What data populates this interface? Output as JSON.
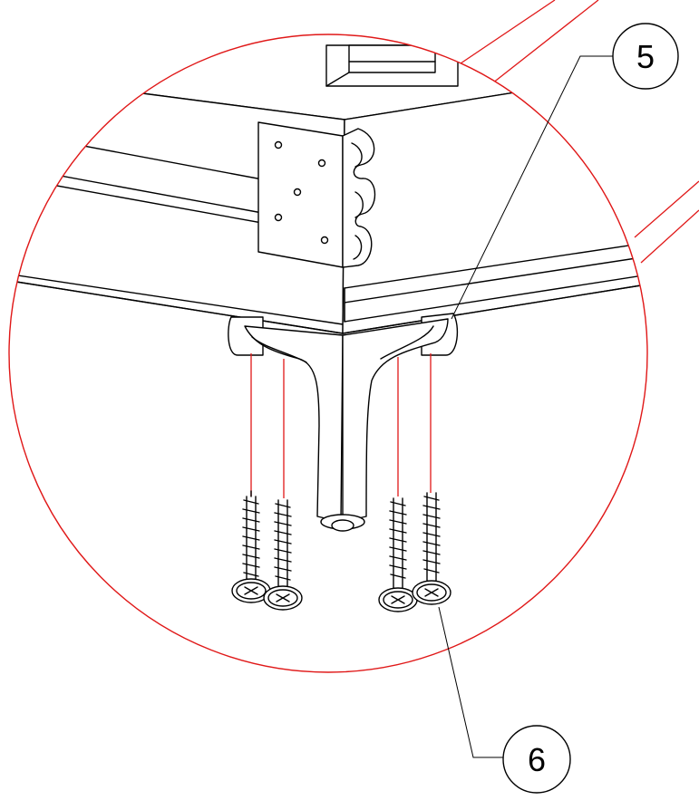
{
  "callouts": [
    {
      "id": "callout-5",
      "number": "5"
    },
    {
      "id": "callout-6",
      "number": "6"
    }
  ],
  "colors": {
    "detail_circle": "#e01818",
    "guide_lines": "#e01818",
    "linework": "#000000",
    "background": "#ffffff"
  },
  "parts": {
    "part_5": "bed-leg-assembly",
    "part_6": "wood-screw"
  },
  "screw_count": 4
}
